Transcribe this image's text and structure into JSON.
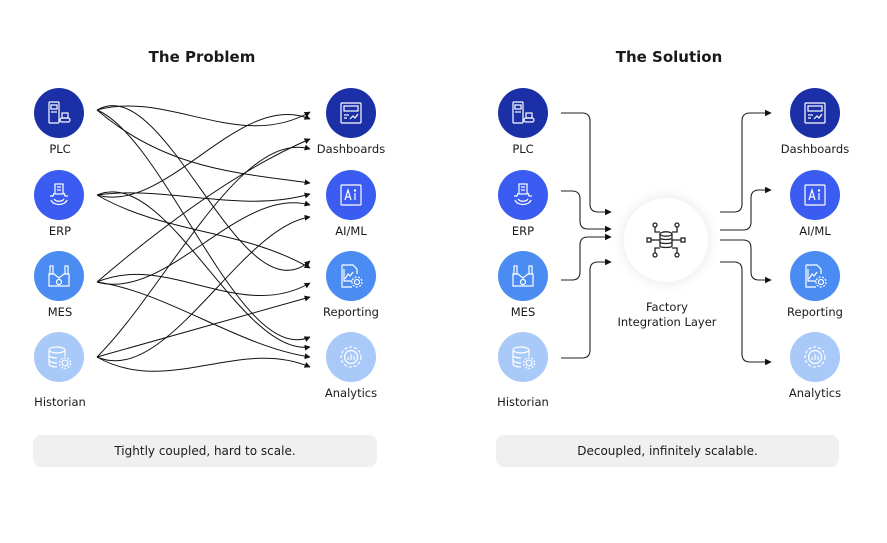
{
  "problem": {
    "title": "The Problem",
    "caption": "Tightly coupled, hard to scale."
  },
  "solution": {
    "title": "The Solution",
    "caption": "Decoupled, infinitely scalable.",
    "hub": {
      "line1": "Factory",
      "line2": "Integration Layer",
      "icon": "database-network-icon"
    }
  },
  "sources": [
    {
      "label": "PLC",
      "icon": "plc-machine-icon",
      "color": "#1b2fa6"
    },
    {
      "label": "ERP",
      "icon": "erp-gear-icon",
      "color": "#3b5cf0"
    },
    {
      "label": "MES",
      "icon": "factory-gear-icon",
      "color": "#4b8cf2"
    },
    {
      "label": "Historian",
      "icon": "database-gear-icon",
      "color": "#a9c9f8"
    }
  ],
  "targets": [
    {
      "label": "Dashboards",
      "icon": "dashboard-icon",
      "color": "#1b2fa6"
    },
    {
      "label": "AI/ML",
      "icon": "ai-icon",
      "color": "#3b5cf0"
    },
    {
      "label": "Reporting",
      "icon": "report-gear-icon",
      "color": "#4b8cf2"
    },
    {
      "label": "Analytics",
      "icon": "analytics-gear-icon",
      "color": "#a9c9f8"
    }
  ]
}
